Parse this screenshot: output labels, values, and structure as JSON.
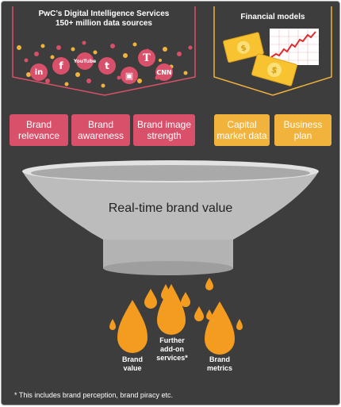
{
  "sources_panel": {
    "title_line1": "PwC’s Digital Intelligence Services",
    "title_line2": "150+ million data sources",
    "icons": [
      {
        "name": "linkedin-icon",
        "glyph": "in"
      },
      {
        "name": "facebook-icon",
        "glyph": "f"
      },
      {
        "name": "youtube-icon",
        "glyph": "YouTube"
      },
      {
        "name": "twitter-icon",
        "glyph": "t"
      },
      {
        "name": "newyorktimes-icon",
        "glyph": "T"
      },
      {
        "name": "instagram-icon",
        "glyph": "▣"
      },
      {
        "name": "cnn-icon",
        "glyph": "CNN"
      }
    ]
  },
  "financial_panel": {
    "title": "Financial models"
  },
  "inputs": {
    "brand_relevance": [
      "Brand",
      "relevance"
    ],
    "brand_awareness": [
      "Brand",
      "awareness"
    ],
    "brand_image_strength": [
      "Brand image",
      "strength"
    ],
    "capital_market_data": [
      "Capital",
      "market data"
    ],
    "business_plan": [
      "Business",
      "plan"
    ]
  },
  "funnel": {
    "label": "Real-time brand value"
  },
  "outputs": {
    "brand_value": [
      "Brand",
      "value"
    ],
    "further_services": [
      "Further",
      "add-on",
      "services*"
    ],
    "brand_metrics": [
      "Brand",
      "metrics"
    ]
  },
  "footnote": "* This includes brand perception, brand piracy etc.",
  "colors": {
    "background": "#3d3d3d",
    "pink": "#d9506a",
    "gold": "#f2b33d",
    "orange_drop": "#f39c1f",
    "funnel": "#bdbdbd"
  }
}
